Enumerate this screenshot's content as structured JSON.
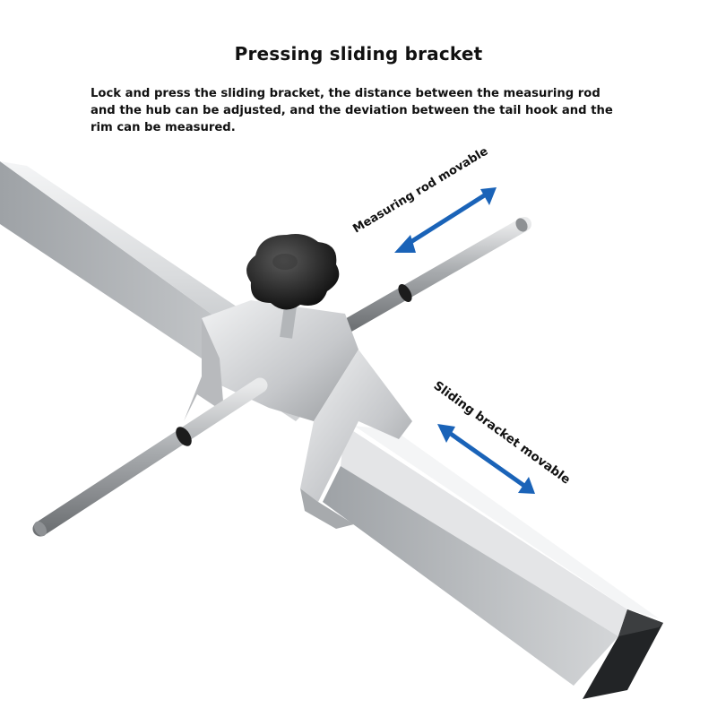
{
  "title": "Pressing sliding bracket",
  "description": "Lock and press the sliding bracket, the distance between the measuring rod and the hub can be adjusted, and the deviation between the tail hook and the rim can be measured.",
  "annotations": {
    "measuring_rod": "Measuring rod movable",
    "sliding_bracket": "Sliding bracket movable"
  },
  "colors": {
    "arrow": "#1a63b8",
    "text": "#111111",
    "knob": "#141414",
    "metal": "#c9cbce"
  }
}
